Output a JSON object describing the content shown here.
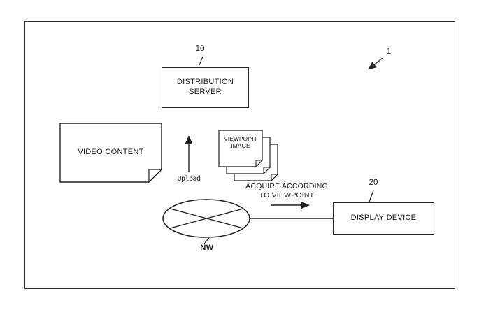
{
  "figure": {
    "ref_main": "1",
    "server": {
      "ref": "10",
      "line1": "DISTRIBUTION",
      "line2": "SERVER"
    },
    "display": {
      "ref": "20",
      "label": "DISPLAY DEVICE"
    },
    "video": {
      "label": "VIDEO CONTENT"
    },
    "viewpoint": {
      "line1": "VIEWPOINT",
      "line2": "IMAGE"
    },
    "network": {
      "label": "NW"
    },
    "upload": {
      "label": "Upload"
    },
    "acquire": {
      "line1": "ACQUIRE ACCORDING",
      "line2": "TO VIEWPOINT"
    }
  }
}
